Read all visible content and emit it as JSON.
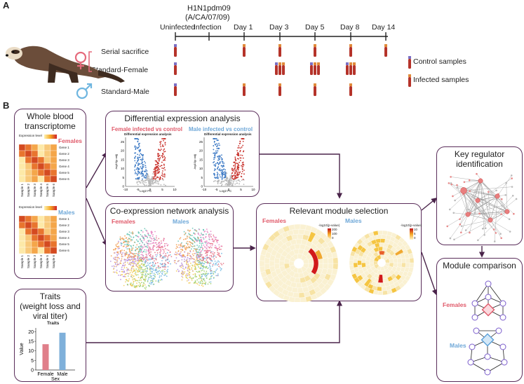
{
  "panel_a": {
    "letter": "A",
    "virus": "H1N1pdm09",
    "strain": "(A/CA/07/09)",
    "timeline": [
      "Uninfected",
      "Infection",
      "Day 1",
      "Day 3",
      "Day 5",
      "Day 8",
      "Day 14"
    ],
    "groups": [
      "Serial sacrifice",
      "Standard-Female",
      "Standard-Male"
    ],
    "legend": {
      "control": "Control samples",
      "infected": "Infected samples"
    },
    "colors": {
      "tube_red": "#b5332a",
      "tube_dark": "#8a1f1a",
      "cap_purple": "#7b6fc4",
      "cap_orange": "#e08a3a",
      "female": "#e56a7c",
      "male": "#6fb6e0"
    }
  },
  "panel_b": {
    "letter": "B",
    "whole_blood": {
      "title_1": "Whole blood",
      "title_2": "transcriptome",
      "expression_label": "Expression level",
      "females": "Females",
      "males": "Males",
      "genes": [
        "Gene 1",
        "Gene 2",
        "Gene 3",
        "Gene 4",
        "Gene 5",
        "Gene 6"
      ],
      "samples": [
        "Sample 1",
        "Sample 2",
        "Sample 3",
        "Sample 4",
        "Sample 5",
        "Sample 6"
      ]
    },
    "diff_expr": {
      "title": "Differential expression analysis",
      "female_label": "Female infected vs control",
      "male_label": "Male infected vs control",
      "sub": "Differential expression analysis",
      "xlabel": "Log2 FC",
      "ylabel": "-log10(p adj)",
      "xticks": [
        "-10",
        "-5",
        "0",
        "5",
        "10"
      ],
      "yticks": [
        "0",
        "5",
        "10",
        "15",
        "20",
        "25"
      ]
    },
    "coexpr": {
      "title": "Co-expression network analysis",
      "females": "Females",
      "males": "Males"
    },
    "module_sel": {
      "title": "Relevant module selection",
      "females": "Females",
      "males": "Males",
      "legend_f": "-log10(p-value)",
      "legend_m": "-log10(p-value)",
      "legend_f_ticks": [
        "200",
        "100",
        "0"
      ],
      "legend_m_ticks": [
        "10",
        "5",
        "0"
      ]
    },
    "traits": {
      "title_1": "Traits",
      "title_2": "(weight loss and",
      "title_3": "viral titer)"
    },
    "key_reg": {
      "title_1": "Key regulator",
      "title_2": "identification"
    },
    "module_cmp": {
      "title": "Module comparison",
      "females": "Females",
      "males": "Males"
    }
  },
  "chart_data": {
    "type": "bar",
    "title": "Traits",
    "categories": [
      "Female",
      "Male"
    ],
    "values": [
      13.5,
      19.5
    ],
    "xlabel": "Sex",
    "ylabel": "Value",
    "ylim": [
      0,
      22
    ],
    "yticks": [
      "0",
      "5",
      "10",
      "15",
      "20"
    ],
    "colors": [
      "#e07f8a",
      "#7fb0da"
    ]
  }
}
